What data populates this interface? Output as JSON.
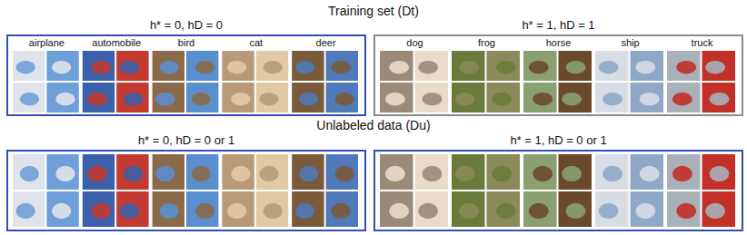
{
  "diagram": {
    "title": "Training set (Dt)",
    "nodes": [
      {
        "text": [
          "h* = 0, hD = 0"
        ]
      },
      {
        "text": [
          "h* = 1, hD = 1"
        ]
      },
      {
        "text": [
          "h* = 0, hD = 0 or 1"
        ]
      },
      {
        "text": [
          "h* = 1, hD = 0 or 1"
        ]
      }
    ],
    "labels": [
      "Unlabeled data (Du)",
      "airplane",
      "automobile",
      "bird",
      "cat",
      "deer",
      "dog",
      "frog",
      "horse",
      "ship",
      "truck"
    ]
  }
}
